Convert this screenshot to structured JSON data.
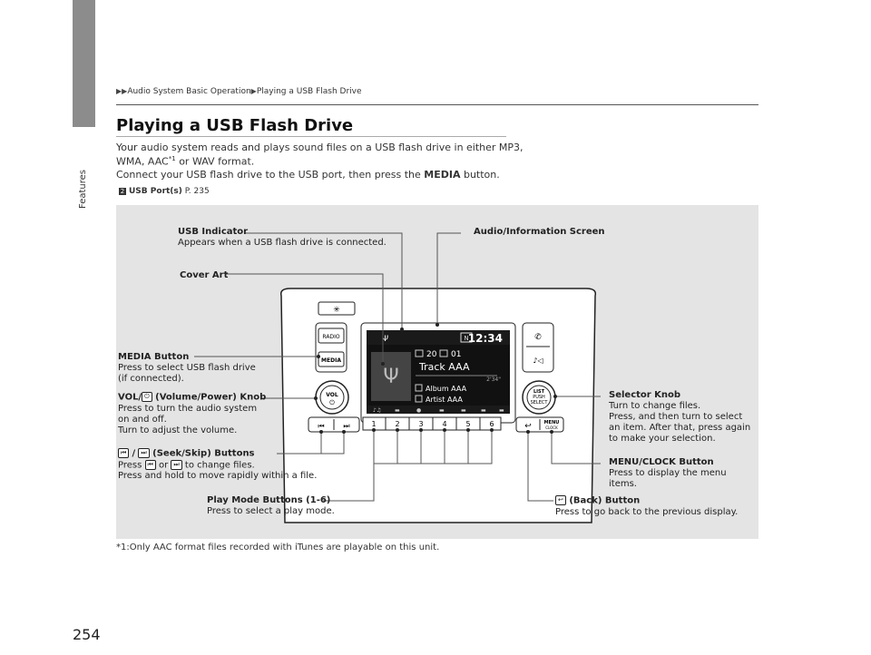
{
  "breadcrumb": {
    "part1": "Audio System Basic Operation",
    "part2": "Playing a USB Flash Drive"
  },
  "side_label": "Features",
  "page_number": "254",
  "title": "Playing a USB Flash Drive",
  "intro": {
    "line1": "Your audio system reads and plays sound files on a USB flash drive in either MP3,",
    "line2a": "WMA, AAC",
    "line2sup": "*1",
    "line2b": " or WAV format.",
    "line3a": "Connect your USB flash drive to the USB port, then press the ",
    "line3bold": "MEDIA",
    "line3b": " button."
  },
  "reference": {
    "label": "USB Port(s)",
    "page": "P. 235"
  },
  "footnote": "*1:Only AAC format files recorded with iTunes are playable on this unit.",
  "callouts": {
    "usb_indicator": {
      "title": "USB Indicator",
      "desc": "Appears when a USB flash drive is connected."
    },
    "audio_screen": {
      "title": "Audio/Information Screen"
    },
    "cover_art": {
      "title": "Cover Art"
    },
    "media_button": {
      "title": "MEDIA Button",
      "desc1": "Press to select USB flash drive",
      "desc2": "(if connected)."
    },
    "vol_knob": {
      "title_a": "VOL/",
      "title_b": " (Volume/Power) Knob",
      "desc1": "Press to turn the audio system",
      "desc2": "on and off.",
      "desc3": "Turn to adjust the volume."
    },
    "seek_buttons": {
      "title": " (Seek/Skip) Buttons",
      "desc_a": "Press ",
      "desc_or": " or ",
      "desc_b": " to change files.",
      "desc2": "Press and hold to move rapidly within a file."
    },
    "play_mode": {
      "title": "Play Mode Buttons (1-6)",
      "desc": "Press to select a play mode."
    },
    "selector_knob": {
      "title": "Selector Knob",
      "desc1": "Turn to change files.",
      "desc2": "Press, and then turn to select",
      "desc3": "an item. After that, press again",
      "desc4": "to make your selection."
    },
    "menu_clock": {
      "title": "MENU/CLOCK Button",
      "desc1": "Press to display the menu",
      "desc2": "items."
    },
    "back_button": {
      "title": " (Back) Button",
      "desc": "Press to go back to the previous display."
    }
  },
  "screen": {
    "time": "12:34",
    "mode": "N",
    "folder": "20",
    "track_no": "01",
    "track": "Track AAA",
    "elapsed": "2'34\"",
    "album": "Album AAA",
    "artist": "Artist AAA"
  },
  "unit": {
    "radio": "RADIO",
    "media": "MEDIA",
    "vol": "VOL",
    "list": "LIST",
    "push": "PUSH",
    "select": "SELECT",
    "menu": "MENU",
    "clock": "CLOCK",
    "presets": [
      "1",
      "2",
      "3",
      "4",
      "5",
      "6"
    ]
  }
}
